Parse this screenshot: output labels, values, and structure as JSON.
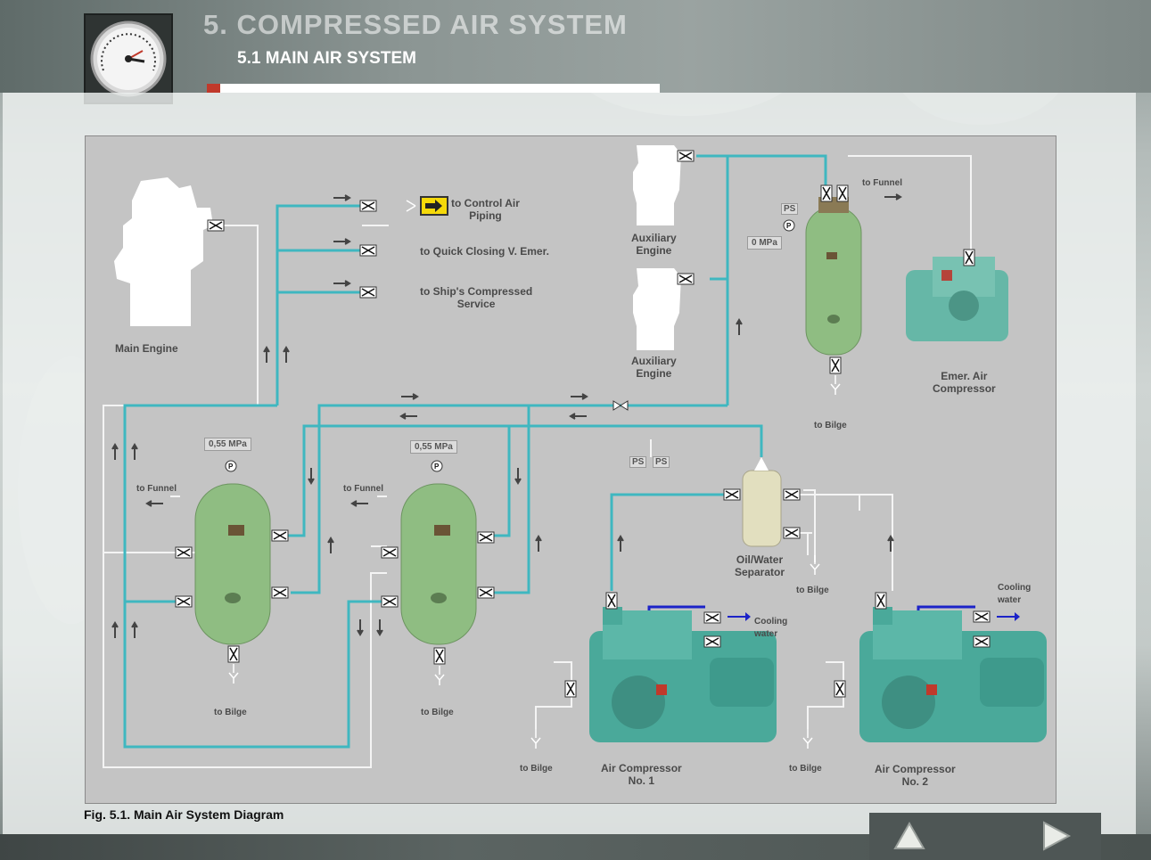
{
  "header": {
    "title": "5. COMPRESSED AIR SYSTEM",
    "subtitle": "5.1  MAIN AIR SYSTEM",
    "progress_fraction": 0.03
  },
  "diagram": {
    "labels": {
      "main_engine": "Main Engine",
      "aux_engine_1": "Auxiliary\nEngine",
      "aux_engine_2": "Auxiliary\nEngine",
      "to_control_air": "to Control Air\nPiping",
      "to_quick_closing": "to Quick Closing V. Emer.",
      "to_ships_service": "to Ship's Compressed\nService",
      "emer_compressor": "Emer. Air\nCompressor",
      "oil_water_separator": "Oil/Water\nSeparator",
      "air_compressor_1": "Air Compressor\nNo. 1",
      "air_compressor_2": "Air Compressor\nNo. 2",
      "cooling_water_1": "Cooling\nwater",
      "cooling_water_2": "Cooling\nwater",
      "to_funnel_top": "to Funnel",
      "to_funnel_left": "to Funnel",
      "to_funnel_mid": "to Funnel",
      "to_bilge_emer": "to Bilge",
      "to_bilge_rec1": "to Bilge",
      "to_bilge_rec2": "to Bilge",
      "to_bilge_sep": "to Bilge",
      "to_bilge_comp1": "to Bilge",
      "to_bilge_comp2": "to Bilge",
      "pressure_emer": "0 MPa",
      "pressure_rec1": "0,55 MPa",
      "pressure_rec2": "0,55 MPa",
      "ps": "PS",
      "p": "P"
    }
  },
  "caption": "Fig. 5.1.  Main Air System Diagram",
  "nav": {
    "up_icon": "triangle-up-icon",
    "next_icon": "triangle-right-icon"
  },
  "colors": {
    "air_line": "#3fb7c0",
    "vessel": "#8fbd82",
    "cooling_line": "#1c23c8",
    "compressor": "#4aa99a"
  }
}
